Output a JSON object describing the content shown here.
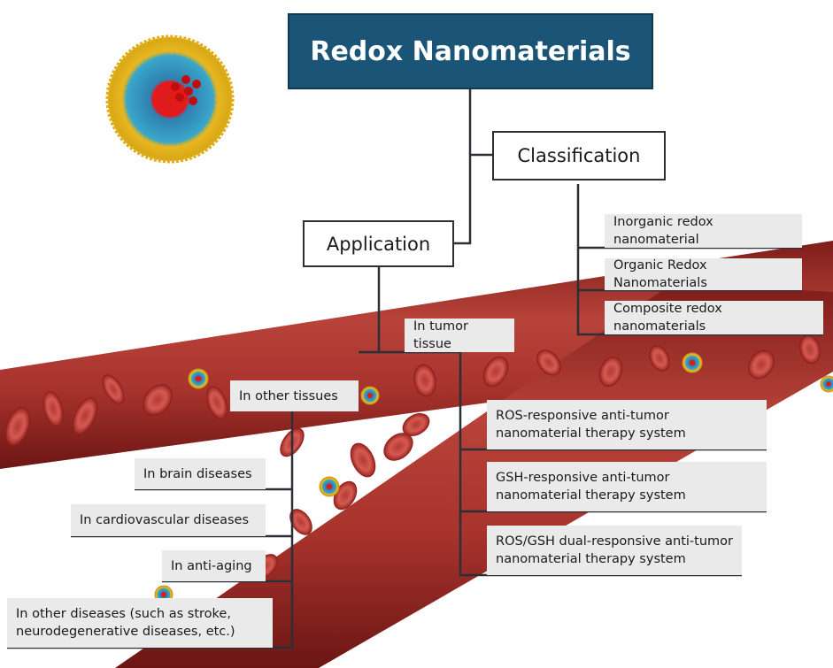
{
  "diagram": {
    "title": "Redox Nanomaterials",
    "classification": {
      "label": "Classification",
      "items": [
        "Inorganic redox nanomaterial",
        "Organic Redox Nanomaterials",
        "Composite redox nanomaterials"
      ]
    },
    "application": {
      "label": "Application",
      "tumor": {
        "label": "In tumor tissue",
        "items": [
          "ROS-responsive anti-tumor nanomaterial therapy system",
          "GSH-responsive anti-tumor nanomaterial therapy system",
          "ROS/GSH dual-responsive anti-tumor nanomaterial therapy system"
        ]
      },
      "other": {
        "label": "In other tissues",
        "items": [
          "In brain diseases",
          "In cardiovascular diseases",
          "In anti-aging",
          "In other diseases (such as stroke, neurodegenerative diseases, etc.)"
        ]
      }
    },
    "colors": {
      "title_fill": "#1a5577",
      "vessel": "#a8332d",
      "vessel_dark": "#7e1d1a",
      "connector": "#2b3036",
      "label_fill": "#eaeaea",
      "nanoparticle_shell": "#e8b71e",
      "nanoparticle_inner": "#3aa7c9",
      "nanoparticle_core": "#e01b1b"
    }
  }
}
